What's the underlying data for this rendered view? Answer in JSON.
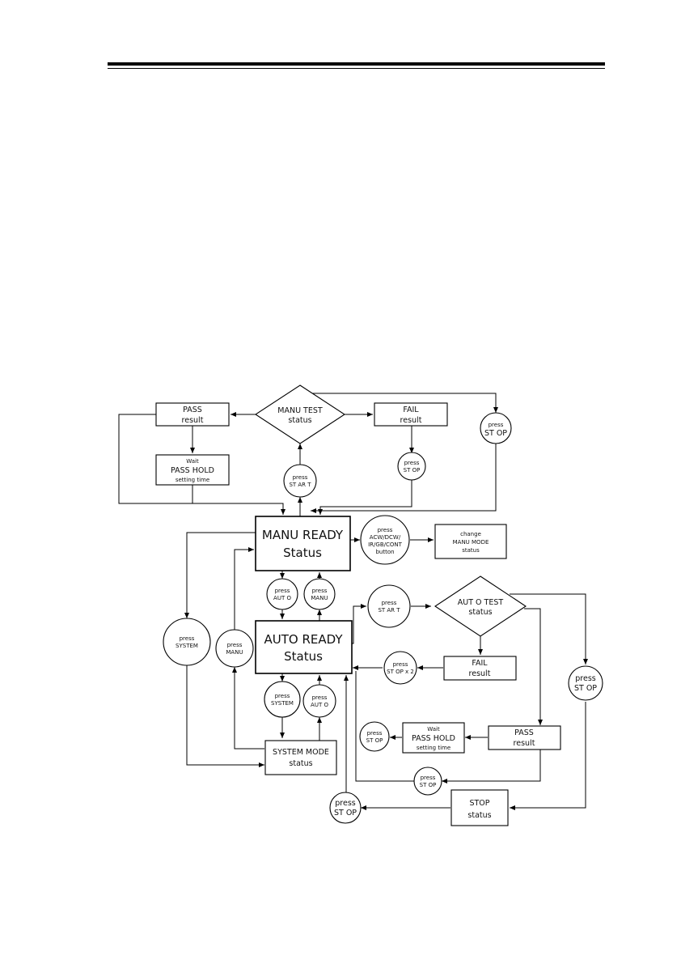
{
  "page": {
    "header_rule": "double-line"
  },
  "nodes": {
    "manu_test": {
      "line1": "MANU TEST",
      "line2": "status"
    },
    "pass_top": {
      "line1": "PASS",
      "line2": "result"
    },
    "fail_top": {
      "line1": "FAIL",
      "line2": "result"
    },
    "wait_top": {
      "line1": "Wait",
      "line2": "PASS HOLD",
      "line3": "setting time"
    },
    "press_start_top": {
      "line1": "press",
      "line2": "ST AR T"
    },
    "press_stop_fail_top": {
      "line1": "press",
      "line2": "ST OP"
    },
    "press_stop_top_right": {
      "line1": "press",
      "line2": "ST OP"
    },
    "manu_ready": {
      "line1": "MANU READY",
      "line2": "Status"
    },
    "press_acw": {
      "line1": "press",
      "line2": "ACW/DCW/",
      "line3": "IR/GB/CONT",
      "line4": "button"
    },
    "change_manu": {
      "line1": "change",
      "line2": "MANU MODE",
      "line3": "status"
    },
    "press_auto_a": {
      "line1": "press",
      "line2": "AUT O"
    },
    "press_manu_a": {
      "line1": "press",
      "line2": "MANU"
    },
    "press_system_left": {
      "line1": "press",
      "line2": "SYSTEM"
    },
    "press_manu_left": {
      "line1": "press",
      "line2": "MANU"
    },
    "auto_ready": {
      "line1": "AUTO READY",
      "line2": "Status"
    },
    "press_start_auto": {
      "line1": "press",
      "line2": "ST AR T"
    },
    "auto_test": {
      "line1": "AUT O TEST",
      "line2": "status"
    },
    "fail_auto": {
      "line1": "FAIL",
      "line2": "result"
    },
    "press_stop_x2": {
      "line1": "press",
      "line2": "ST OP x 2"
    },
    "press_stop_right": {
      "line1": "press",
      "line2": "ST OP"
    },
    "press_system_b": {
      "line1": "press",
      "line2": "SYSTEM"
    },
    "press_auto_b": {
      "line1": "press",
      "line2": "AUT O"
    },
    "pass_auto": {
      "line1": "PASS",
      "line2": "result"
    },
    "wait_auto": {
      "line1": "Wait",
      "line2": "PASS HOLD",
      "line3": "setting time"
    },
    "press_stop_wait": {
      "line1": "press",
      "line2": "ST OP"
    },
    "system_mode": {
      "line1": "SYSTEM MODE",
      "line2": "status"
    },
    "press_stop_pass": {
      "line1": "press",
      "line2": "ST OP"
    },
    "press_stop_bottom": {
      "line1": "press",
      "line2": "ST OP"
    },
    "stop_status": {
      "line1": "STOP",
      "line2": "status"
    }
  }
}
